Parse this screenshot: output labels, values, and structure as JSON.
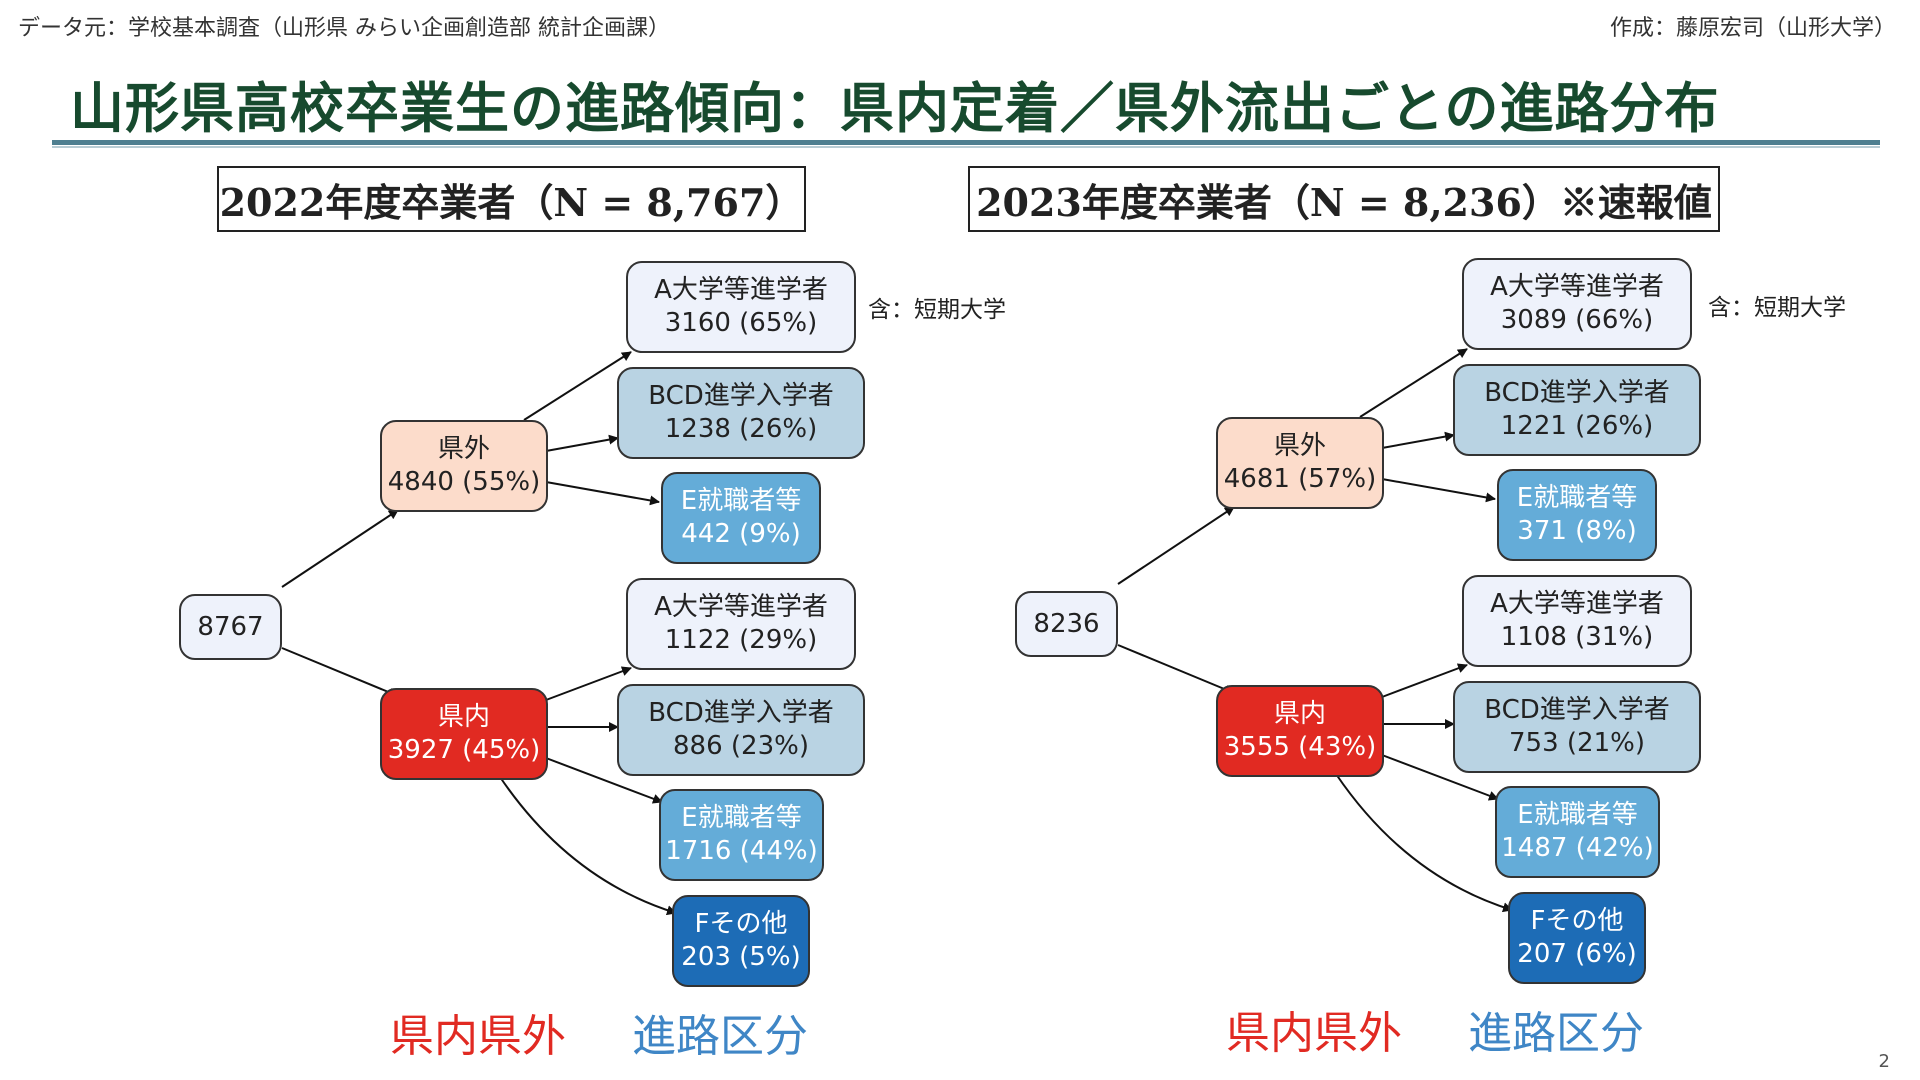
{
  "header": {
    "source": "データ元：学校基本調査（山形県 みらい企画創造部 統計企画課）",
    "author": "作成：藤原宏司（山形大学）"
  },
  "title": "山形県高校卒業生の進路傾向：県内定着／県外流出ごとの進路分布",
  "page_number": "2",
  "colors": {
    "title": "#174a2e",
    "kennai": "#e12a22",
    "kengai": "#fcdccb",
    "a": "#eef2fb",
    "bcd": "#b9d3e3",
    "e": "#64acd8",
    "f": "#1d6cb6",
    "legend_blue": "#3f86c6"
  },
  "panels": [
    {
      "title": "2022年度卒業者（N = 8,767）",
      "note": "含：短期大学",
      "legend_left": "県内県外",
      "legend_right": "進路区分",
      "total": "8767",
      "kengai": {
        "label": "県外",
        "value": "4840 (55%)"
      },
      "kennai": {
        "label": "県内",
        "value": "3927 (45%)"
      },
      "out_a": {
        "label": "A大学等進学者",
        "value": "3160 (65%)"
      },
      "out_bcd": {
        "label": "BCD進学入学者",
        "value": "1238 (26%)"
      },
      "out_e": {
        "label": "E就職者等",
        "value": "442 (9%)"
      },
      "in_a": {
        "label": "A大学等進学者",
        "value": "1122 (29%)"
      },
      "in_bcd": {
        "label": "BCD進学入学者",
        "value": "886 (23%)"
      },
      "in_e": {
        "label": "E就職者等",
        "value": "1716 (44%)"
      },
      "in_f": {
        "label": "Fその他",
        "value": "203 (5%)"
      }
    },
    {
      "title": "2023年度卒業者（N = 8,236）※速報値",
      "note": "含：短期大学",
      "legend_left": "県内県外",
      "legend_right": "進路区分",
      "total": "8236",
      "kengai": {
        "label": "県外",
        "value": "4681 (57%)"
      },
      "kennai": {
        "label": "県内",
        "value": "3555 (43%)"
      },
      "out_a": {
        "label": "A大学等進学者",
        "value": "3089 (66%)"
      },
      "out_bcd": {
        "label": "BCD進学入学者",
        "value": "1221 (26%)"
      },
      "out_e": {
        "label": "E就職者等",
        "value": "371 (8%)"
      },
      "in_a": {
        "label": "A大学等進学者",
        "value": "1108 (31%)"
      },
      "in_bcd": {
        "label": "BCD進学入学者",
        "value": "753 (21%)"
      },
      "in_e": {
        "label": "E就職者等",
        "value": "1487 (42%)"
      },
      "in_f": {
        "label": "Fその他",
        "value": "207 (6%)"
      }
    }
  ]
}
